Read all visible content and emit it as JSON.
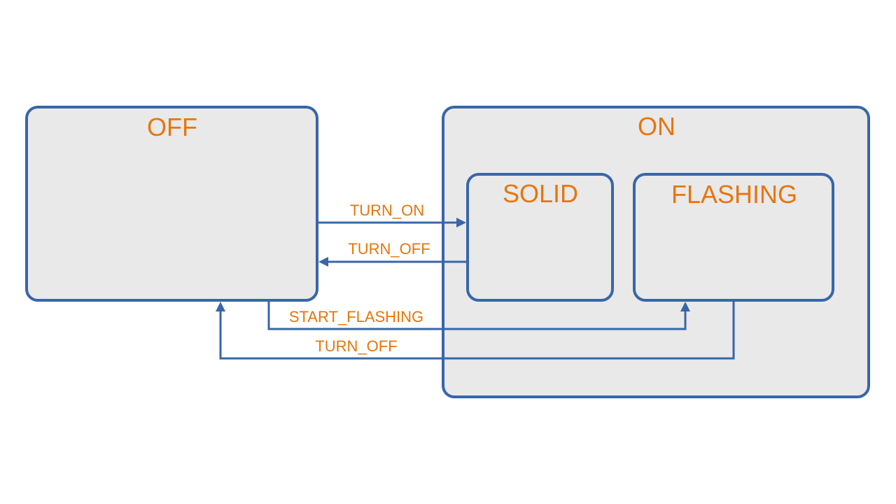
{
  "diagram": {
    "type": "state-machine",
    "colors": {
      "border": "#3866a8",
      "fill": "#e9e9ea",
      "text": "#e8750c"
    },
    "states": {
      "off": {
        "label": "OFF"
      },
      "on": {
        "label": "ON"
      },
      "solid": {
        "label": "SOLID",
        "parent": "ON"
      },
      "flashing": {
        "label": "FLASHING",
        "parent": "ON"
      }
    },
    "transitions": [
      {
        "label": "TURN_ON",
        "from": "OFF",
        "to": "SOLID"
      },
      {
        "label": "TURN_OFF",
        "from": "SOLID",
        "to": "OFF"
      },
      {
        "label": "START_FLASHING",
        "from": "OFF",
        "to": "FLASHING"
      },
      {
        "label": "TURN_OFF",
        "from": "FLASHING",
        "to": "OFF"
      }
    ]
  }
}
